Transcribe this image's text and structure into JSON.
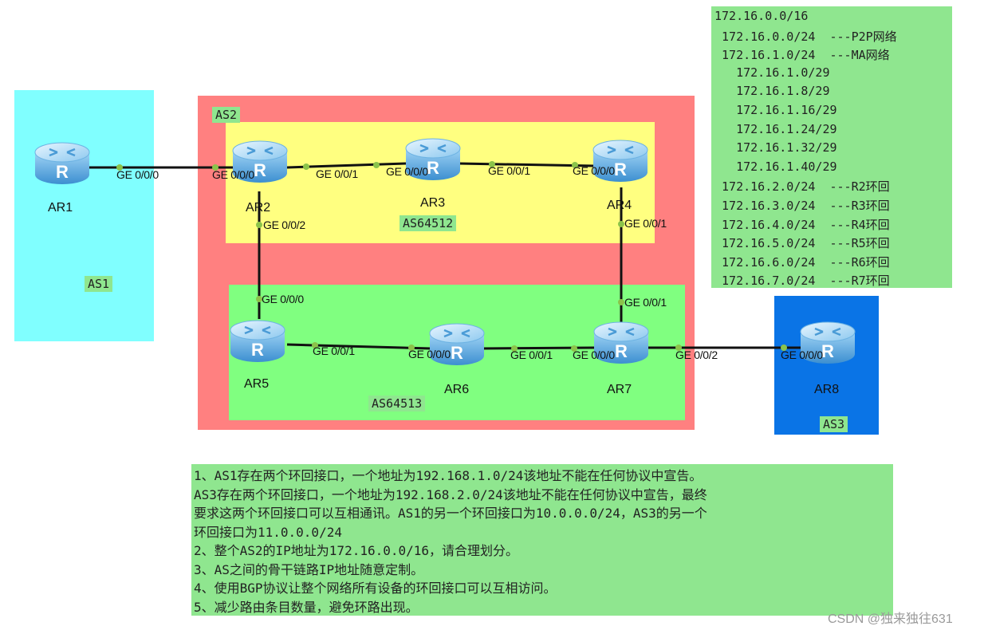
{
  "as_labels": {
    "as1": "AS1",
    "as2": "AS2",
    "as3": "AS3",
    "as64512": "AS64512",
    "as64513": "AS64513"
  },
  "routers": {
    "ar1": "AR1",
    "ar2": "AR2",
    "ar3": "AR3",
    "ar4": "AR4",
    "ar5": "AR5",
    "ar6": "AR6",
    "ar7": "AR7",
    "ar8": "AR8"
  },
  "interfaces": {
    "ar1_ge000": "GE 0/0/0",
    "ar2_ge000": "GE 0/0/0",
    "ar2_ge001": "GE 0/0/1",
    "ar2_ge002": "GE 0/0/2",
    "ar3_ge000": "GE 0/0/0",
    "ar3_ge001": "GE 0/0/1",
    "ar4_ge000": "GE 0/0/0",
    "ar4_ge001": "GE 0/0/1",
    "ar5_ge000": "GE 0/0/0",
    "ar5_ge001": "GE 0/0/1",
    "ar6_ge000": "GE 0/0/0",
    "ar6_ge001": "GE 0/0/1",
    "ar7_ge000": "GE 0/0/0",
    "ar7_ge001": "GE 0/0/1",
    "ar7_ge002": "GE 0/0/2",
    "ar8_ge000": "GE 0/0/0"
  },
  "address_plan": [
    "172.16.0.0/16",
    " 172.16.0.0/24  ---P2P网络",
    " 172.16.1.0/24  ---MA网络",
    "   172.16.1.0/29",
    "   172.16.1.8/29",
    "   172.16.1.16/29",
    "   172.16.1.24/29",
    "   172.16.1.32/29",
    "   172.16.1.40/29",
    " 172.16.2.0/24  ---R2环回",
    " 172.16.3.0/24  ---R3环回",
    " 172.16.4.0/24  ---R4环回",
    " 172.16.5.0/24  ---R5环回",
    " 172.16.6.0/24  ---R6环回",
    " 172.16.7.0/24  ---R7环回"
  ],
  "requirements": [
    "1、AS1存在两个环回接口，一个地址为192.168.1.0/24该地址不能在任何协议中宣告。",
    "AS3存在两个环回接口，一个地址为192.168.2.0/24该地址不能在任何协议中宣告，最终",
    "要求这两个环回接口可以互相通讯。AS1的另一个环回接口为10.0.0.0/24，AS3的另一个",
    "环回接口为11.0.0.0/24",
    "2、整个AS2的IP地址为172.16.0.0/16，请合理划分。",
    "3、AS之间的骨干链路IP地址随意定制。",
    "4、使用BGP协议让整个网络所有设备的环回接口可以互相访问。",
    "5、减少路由条目数量，避免环路出现。"
  ],
  "watermark": "CSDN @独来独往631",
  "colors": {
    "as1_bg": "#80ffff",
    "as2_bg": "#ff8080",
    "as64512_bg": "#ffff80",
    "as64513_bg": "#80ff80",
    "as3_bg": "#0a74e6",
    "label_bg": "#8fe68f",
    "router_body": "#5aaee6",
    "port_dot": "#8bc34a"
  },
  "icons": [
    "router-icon"
  ]
}
